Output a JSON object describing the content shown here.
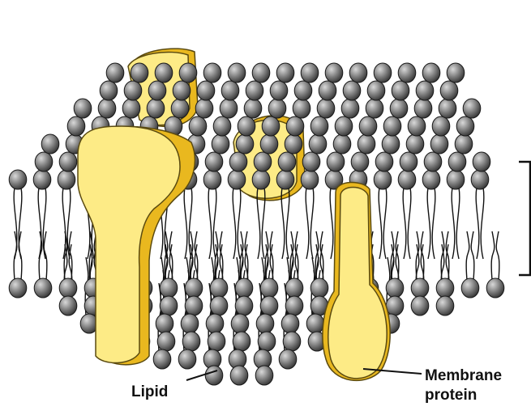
{
  "diagram": {
    "labels": {
      "lipid": "Lipid",
      "membrane_protein_line1": "Membrane",
      "membrane_protein_line2": "protein"
    },
    "colors": {
      "protein_fill": "#fdeb86",
      "protein_shade": "#e9b81f",
      "protein_outline": "#5a4a10",
      "lipid_head_light": "#d9d9d9",
      "lipid_head_dark": "#2e2e2e",
      "lipid_tail": "#111111",
      "bracket": "#111111"
    }
  }
}
